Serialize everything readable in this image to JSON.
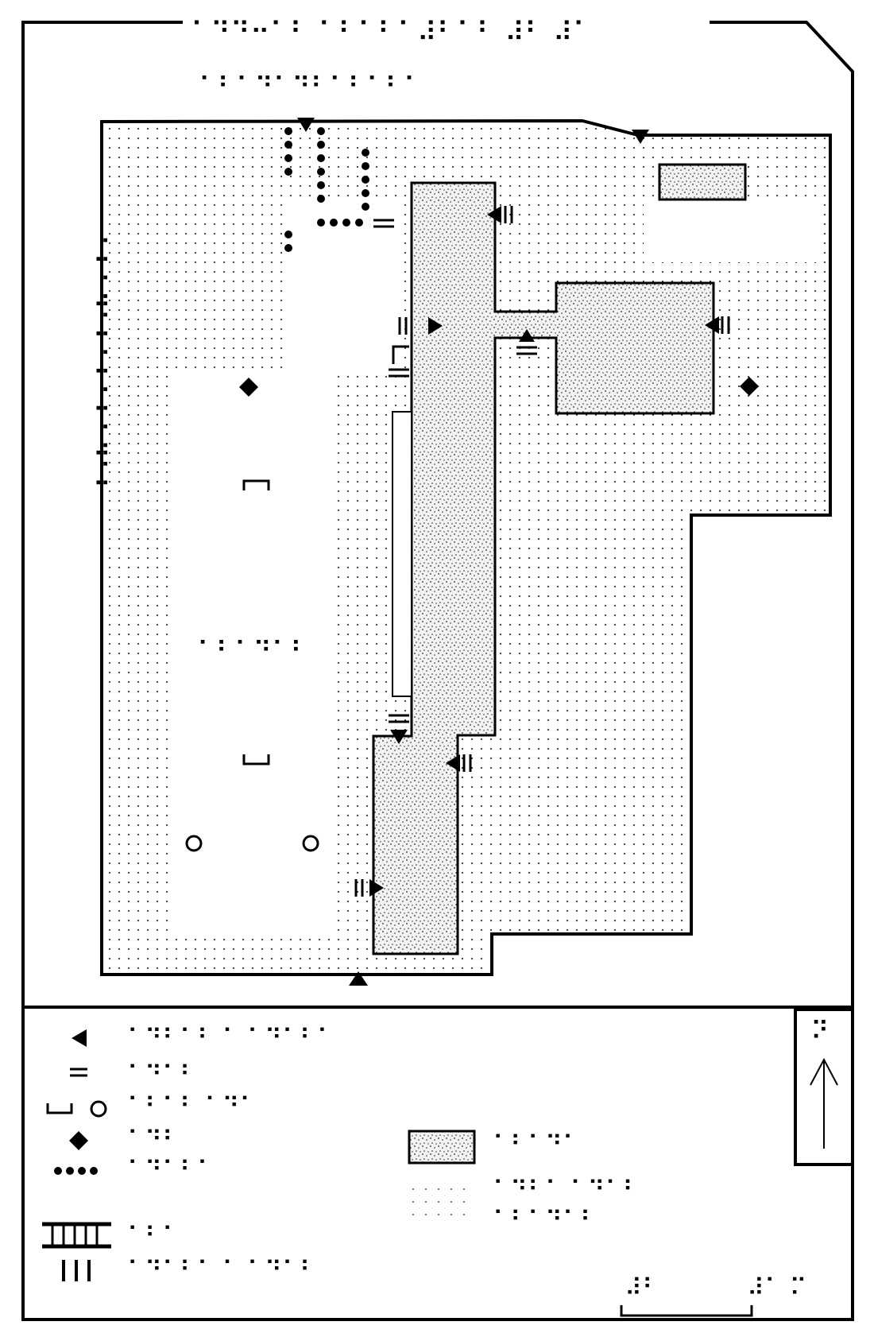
{
  "map": {
    "title_braille": "⠁⠙⠙⠒⠁⠃ ⠁⠃⠁⠃⠁⠼⠃⠁⠃ ⠼⠃ ⠼⠁",
    "subtitle_braille": "⠁⠃⠁⠙⠁⠙⠃⠁⠃⠁⠃⠁",
    "side_label_braille": "⠁⠃⠁⠙⠁⠃⠁⠃⠁⠃⠁⠙⠁⠃",
    "center_label_braille": "⠁⠃⠁⠙⠁⠃",
    "scale_braille_left": "⠼⠃",
    "scale_braille_right": "⠼⠁ ⠍"
  },
  "symbols": {
    "entrance_marker": "triangle",
    "stairs_marker": "double-line",
    "bench_marker": "bracket",
    "tree_marker": "circle",
    "point_marker": "diamond",
    "path_marker": "dotted-line",
    "ramp_marker": "ladder",
    "column_marker": "triple-line"
  },
  "legend": {
    "items": [
      {
        "symbol": "entrance-triangle",
        "braille": "⠁⠙⠃⠁⠃ ⠁ ⠁⠙⠁⠃⠁"
      },
      {
        "symbol": "double-line",
        "braille": "⠁⠙⠁⠃"
      },
      {
        "symbol": "bracket-circle",
        "braille": "⠁⠃⠁⠃ ⠁⠙⠁"
      },
      {
        "symbol": "diamond",
        "braille": "⠁⠙⠃"
      },
      {
        "symbol": "dotted-line",
        "braille": "⠁⠙⠁⠃⠁"
      },
      {
        "symbol": "ladder",
        "braille": "⠁⠃⠁"
      },
      {
        "symbol": "triple-bars",
        "braille": "⠁⠙⠁⠃⠁ ⠁ ⠁⠙⠁⠃"
      }
    ],
    "building_braille": "⠁⠃⠁⠙⠁",
    "open_area_braille_1": "⠁⠙⠃⠁ ⠁⠙⠁⠃",
    "open_area_braille_2": "⠁⠃⠁⠙⠁⠃"
  },
  "compass": {
    "braille": "⠝",
    "direction": "north"
  },
  "colors": {
    "ink": "#000000",
    "paper": "#ffffff",
    "texture": "#333333"
  }
}
